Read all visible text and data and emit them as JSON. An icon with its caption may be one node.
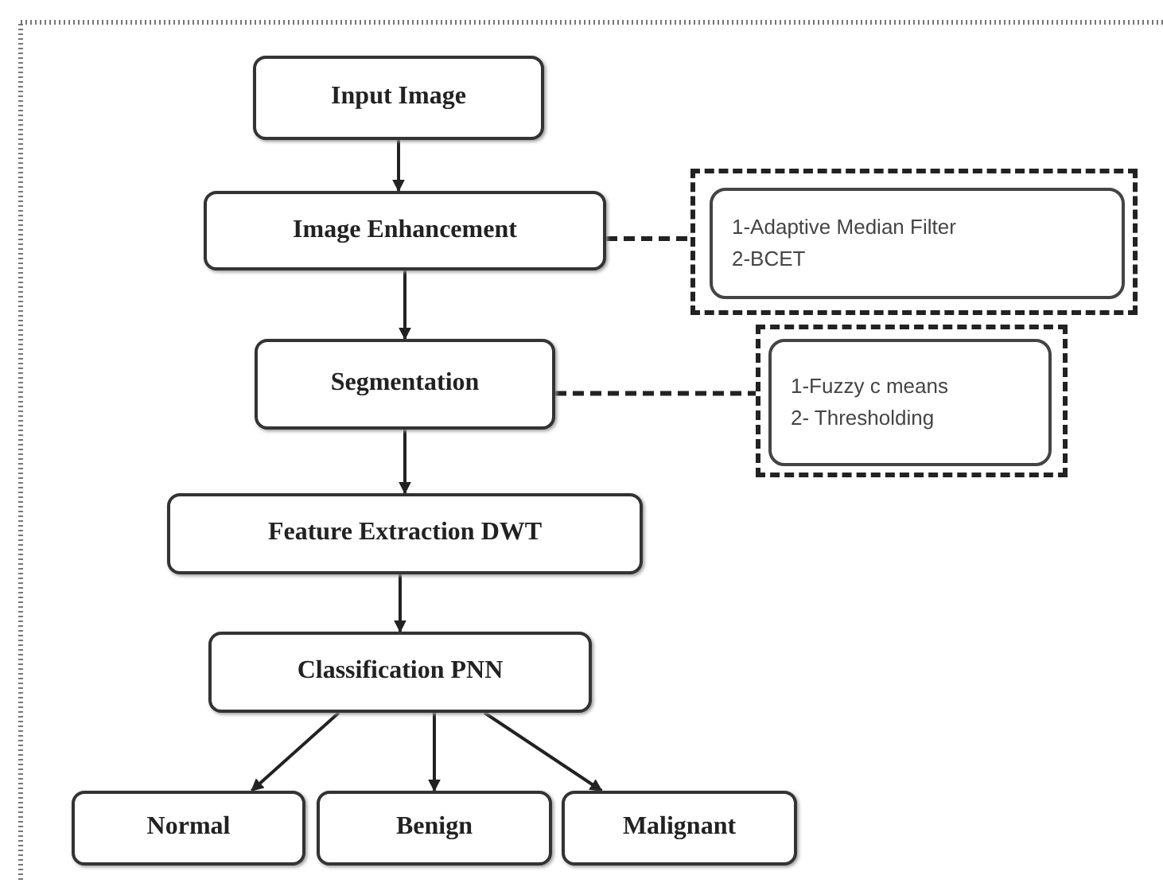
{
  "diagram": {
    "nodes": [
      {
        "text": [
          "Input Image"
        ]
      },
      {
        "text": [
          "Image Enhancement"
        ]
      },
      {
        "text": [],
        "shape": "box"
      },
      {
        "text": [
          "1-Adaptive Median Filter",
          "2-BCET"
        ],
        "in": 2
      },
      {
        "text": [
          "Segmentation"
        ]
      },
      {
        "text": [],
        "shape": "box"
      },
      {
        "text": [
          "1-Fuzzy c means",
          "2- Thresholding"
        ],
        "in": 5
      },
      {
        "text": [
          "Feature Extraction DWT"
        ]
      },
      {
        "text": [
          "Classification PNN"
        ]
      },
      {
        "text": [
          "Normal"
        ]
      },
      {
        "text": [
          "Benign"
        ]
      },
      {
        "text": [
          "Malignant"
        ]
      }
    ],
    "edges": [
      {
        "from": 0,
        "to": 1,
        "arrow": "to"
      },
      {
        "from": 1,
        "to": 2,
        "arrow": "none",
        "style": "dashed"
      },
      {
        "from": 1,
        "to": 4,
        "arrow": "to"
      },
      {
        "from": 4,
        "to": 5,
        "arrow": "none",
        "style": "dashed"
      },
      {
        "from": 4,
        "to": 7,
        "arrow": "to"
      },
      {
        "from": 7,
        "to": 8,
        "arrow": "to"
      },
      {
        "from": 8,
        "to": 9,
        "arrow": "to"
      },
      {
        "from": 8,
        "to": 10,
        "arrow": "to"
      },
      {
        "from": 8,
        "to": 11,
        "arrow": "to"
      }
    ]
  }
}
